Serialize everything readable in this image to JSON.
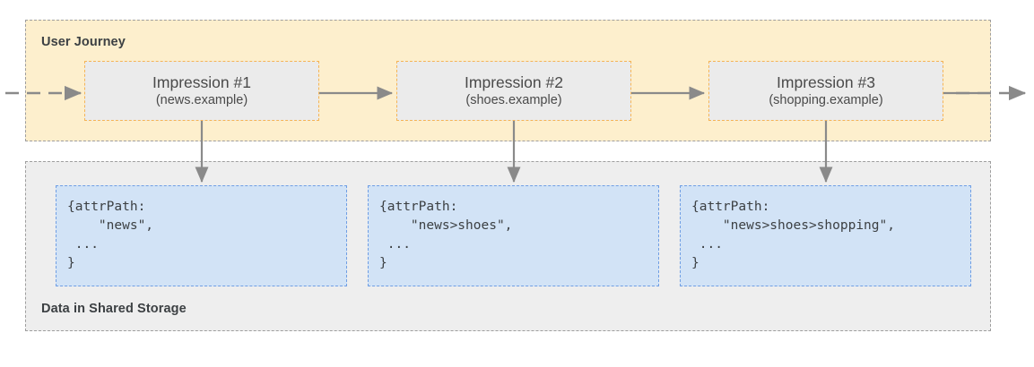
{
  "diagram": {
    "journey": {
      "title": "User Journey",
      "background_color": "#fdefcd",
      "border_color": "#9e9e9e",
      "impressions": [
        {
          "title": "Impression #1",
          "subtitle": "(news.example)"
        },
        {
          "title": "Impression #2",
          "subtitle": "(shoes.example)"
        },
        {
          "title": "Impression #3",
          "subtitle": "(shopping.example)"
        }
      ]
    },
    "storage": {
      "title": "Data in Shared Storage",
      "background_color": "#eeeeee",
      "border_color": "#9e9e9e",
      "blocks": [
        {
          "code": "{attrPath:\n    \"news\",\n ...\n}"
        },
        {
          "code": "{attrPath:\n    \"news>shoes\",\n ...\n}"
        },
        {
          "code": "{attrPath:\n    \"news>shoes>shopping\",\n ...\n}"
        }
      ]
    },
    "colors": {
      "impression_fill": "#ebebeb",
      "impression_border": "#f5b455",
      "code_fill": "#d2e3f6",
      "code_border": "#6f9ee4",
      "arrow": "#8a8a8a",
      "text": "#3c4043"
    }
  }
}
